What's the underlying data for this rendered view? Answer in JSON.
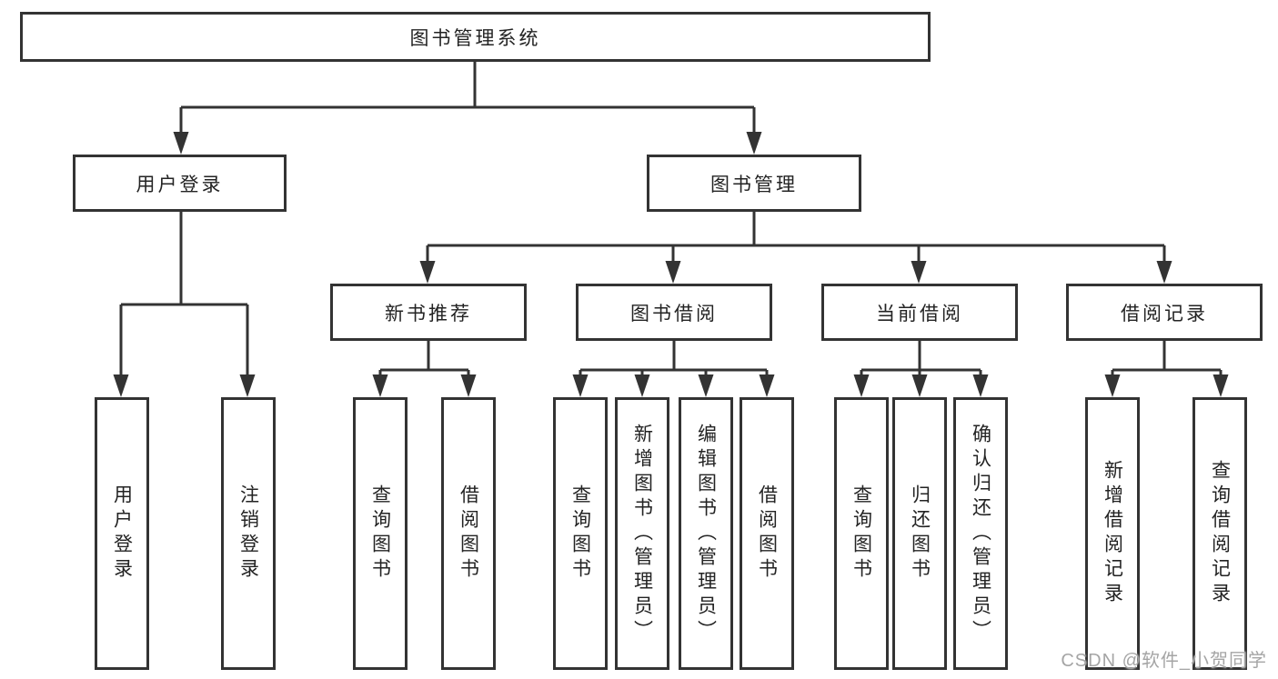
{
  "diagram": {
    "title": "图书管理系统",
    "type": "hierarchy-tree"
  },
  "nodes": {
    "root": "图书管理系统",
    "user_login": "用户登录",
    "book_management": "图书管理",
    "new_book_recommend": "新书推荐",
    "book_borrow": "图书借阅",
    "current_borrow": "当前借阅",
    "borrow_records": "借阅记录",
    "leaf_user_login": "用户登录",
    "leaf_logout": "注销登录",
    "leaf_query_book_1": "查询图书",
    "leaf_borrow_book_1": "借阅图书",
    "leaf_query_book_2": "查询图书",
    "leaf_add_book_admin": "新增图书（管理员）",
    "leaf_edit_book_admin": "编辑图书（管理员）",
    "leaf_borrow_book_2": "借阅图书",
    "leaf_query_book_3": "查询图书",
    "leaf_return_book": "归还图书",
    "leaf_confirm_return_admin": "确认归还（管理员）",
    "leaf_add_borrow_record": "新增借阅记录",
    "leaf_query_borrow_record": "查询借阅记录"
  },
  "hierarchy": {
    "图书管理系统": {
      "用户登录": [
        "用户登录",
        "注销登录"
      ],
      "图书管理": {
        "新书推荐": [
          "查询图书",
          "借阅图书"
        ],
        "图书借阅": [
          "查询图书",
          "新增图书（管理员）",
          "编辑图书（管理员）",
          "借阅图书"
        ],
        "当前借阅": [
          "查询图书",
          "归还图书",
          "确认归还（管理员）"
        ],
        "借阅记录": [
          "新增借阅记录",
          "查询借阅记录"
        ]
      }
    }
  },
  "watermark": "CSDN @软件_小贺同学",
  "colors": {
    "line": "#333333",
    "box_border": "#333333",
    "box_fill": "#ffffff",
    "text": "#232323",
    "watermark": "#a5a5a5",
    "background": "#ffffff"
  }
}
